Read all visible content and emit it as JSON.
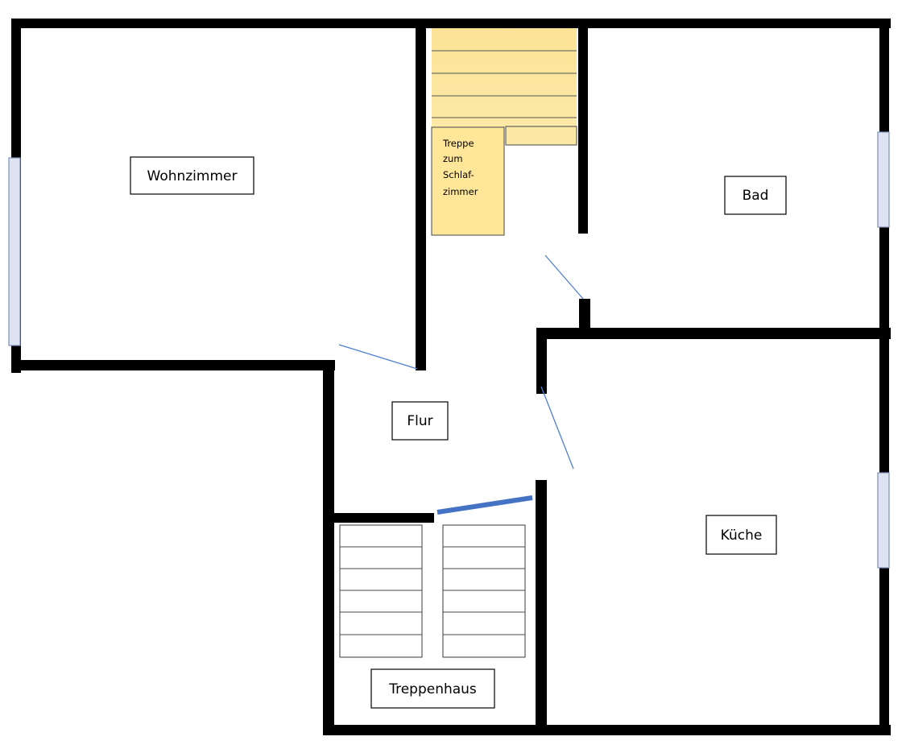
{
  "rooms": {
    "wohnzimmer": "Wohnzimmer",
    "bad": "Bad",
    "flur": "Flur",
    "kueche": "Küche",
    "treppenhaus": "Treppenhaus"
  },
  "stair_note": {
    "line1": "Treppe",
    "line2": "zum",
    "line3": "Schlaf-",
    "line4": "zimmer"
  },
  "colors": {
    "wall": "#000000",
    "window": "#dde3f3",
    "door": "#4472c4",
    "stair_yellow": "#ffe699"
  }
}
